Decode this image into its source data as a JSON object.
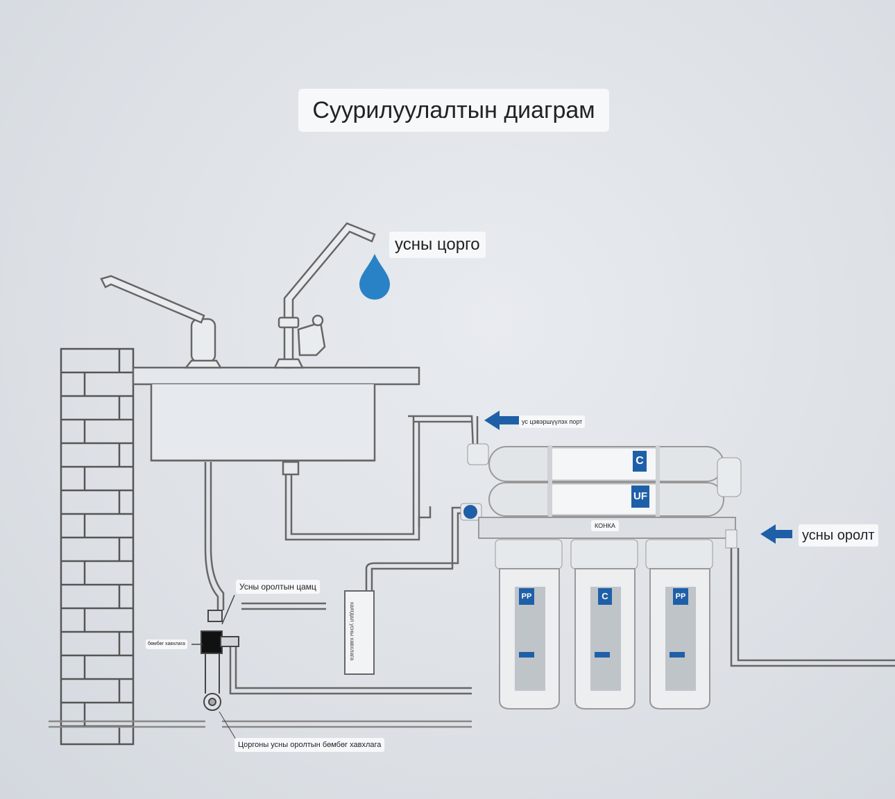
{
  "title": "Суурилуулалтын диаграм",
  "labels": {
    "faucet": "усны цорго",
    "flush_port": "ус цэвэршүүлэх порт",
    "water_inlet": "усны оролт",
    "brand": "КОНКА",
    "inlet_clamp": "Усны оролтын цамц",
    "ball_valve": "бөмбөг хавхлага",
    "inlet_ball_valve": "Цоргоны усны оролтын бөмбөг хавхлага",
    "waste_valve": "хаягдал усны хавхлага"
  },
  "cartridges": {
    "top_horizontal": "C",
    "bottom_horizontal": "UF",
    "housing_1": "PP",
    "housing_2": "C",
    "housing_3": "PP"
  },
  "colors": {
    "arrow": "#1f5fa8",
    "water_drop": "#2a82c6",
    "outline": "#5a5a5a"
  }
}
